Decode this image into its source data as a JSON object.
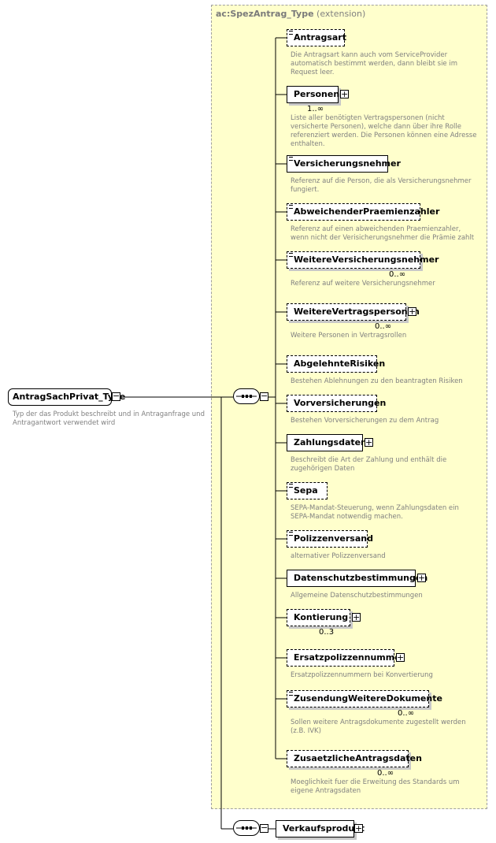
{
  "type": {
    "name": "ac:SpezAntrag_Type",
    "qualifier": "(extension)"
  },
  "root": {
    "name": "AntragSachPrivat_Type",
    "description": "Typ der das Produkt beschreibt und in Antraganfrage und Antragantwort verwendet wird"
  },
  "elements": [
    {
      "name": "Antragsart",
      "optional": true,
      "expandable": false,
      "attributes": true,
      "cardinality": "",
      "description": "Die Antragsart kann auch vom ServiceProvider automatisch bestimmt werden, dann bleibt sie im Request leer."
    },
    {
      "name": "Personen",
      "optional": false,
      "expandable": true,
      "attributes": false,
      "cardinality": "1..∞",
      "description": "Liste aller benötigten Vertragspersonen (nicht versicherte Personen), welche dann über ihre Rolle referenziert werden. Die Personen können eine Adresse enthalten."
    },
    {
      "name": "Versicherungsnehmer",
      "optional": false,
      "expandable": false,
      "attributes": true,
      "cardinality": "",
      "description": "Referenz auf die Person, die als Versicherungsnehmer fungiert."
    },
    {
      "name": "AbweichenderPraemienzahler",
      "optional": true,
      "expandable": false,
      "attributes": true,
      "cardinality": "",
      "description": "Referenz auf einen abweichenden Praemienzahler, wenn nicht der Verisicherungsnehmer die Prämie zahlt"
    },
    {
      "name": "WeitereVersicherungsnehmer",
      "optional": true,
      "expandable": false,
      "attributes": true,
      "cardinality": "0..∞",
      "description": "Referenz auf weitere Versicherungsnehmer"
    },
    {
      "name": "WeitereVertragspersonen",
      "optional": true,
      "expandable": true,
      "attributes": false,
      "cardinality": "0..∞",
      "description": "Weitere Personen in Vertragsrollen"
    },
    {
      "name": "AbgelehnteRisiken",
      "optional": true,
      "expandable": false,
      "attributes": false,
      "cardinality": "",
      "description": "Bestehen Ablehnungen zu den beantragten Risiken"
    },
    {
      "name": "Vorversicherungen",
      "optional": true,
      "expandable": false,
      "attributes": false,
      "cardinality": "",
      "description": "Bestehen Vorversicherungen zu dem Antrag"
    },
    {
      "name": "Zahlungsdaten",
      "optional": false,
      "expandable": true,
      "attributes": false,
      "cardinality": "",
      "description": "Beschreibt die Art der Zahlung und enthält die zugehörigen Daten"
    },
    {
      "name": "Sepa",
      "optional": true,
      "expandable": false,
      "attributes": true,
      "cardinality": "",
      "description": "SEPA-Mandat-Steuerung, wenn Zahlungsdaten ein SEPA-Mandat notwendig machen."
    },
    {
      "name": "Polizzenversand",
      "optional": true,
      "expandable": false,
      "attributes": true,
      "cardinality": "",
      "description": "alternativer Polizzenversand"
    },
    {
      "name": "Datenschutzbestimmungen",
      "optional": false,
      "expandable": true,
      "attributes": false,
      "cardinality": "",
      "description": "Allgemeine Datenschutzbestimmungen"
    },
    {
      "name": "Kontierung",
      "optional": true,
      "expandable": true,
      "attributes": false,
      "cardinality": "0..3",
      "description": ""
    },
    {
      "name": "Ersatzpolizzennummer",
      "optional": true,
      "expandable": true,
      "attributes": false,
      "cardinality": "",
      "description": "Ersatzpolizzennummern bei Konvertierung"
    },
    {
      "name": "ZusendungWeitereDokumente",
      "optional": true,
      "expandable": false,
      "attributes": true,
      "cardinality": "0..∞",
      "description": "Sollen weitere Antragsdokumente zugestellt werden (z.B. IVK)"
    },
    {
      "name": "ZusaetzlicheAntragsdaten",
      "optional": true,
      "expandable": false,
      "attributes": false,
      "cardinality": "0..∞",
      "description": "Moeglichkeit fuer die Erweitung des Standards um eigene Antragsdaten"
    }
  ],
  "extra": {
    "name": "Verkaufsprodukt",
    "expandable": true
  },
  "colors": {
    "type_box_bg": "#ffffcc",
    "type_box_border": "#a0a0a0",
    "line": "#000000",
    "description_text": "#808080",
    "shadow": "#c8c8c8"
  }
}
